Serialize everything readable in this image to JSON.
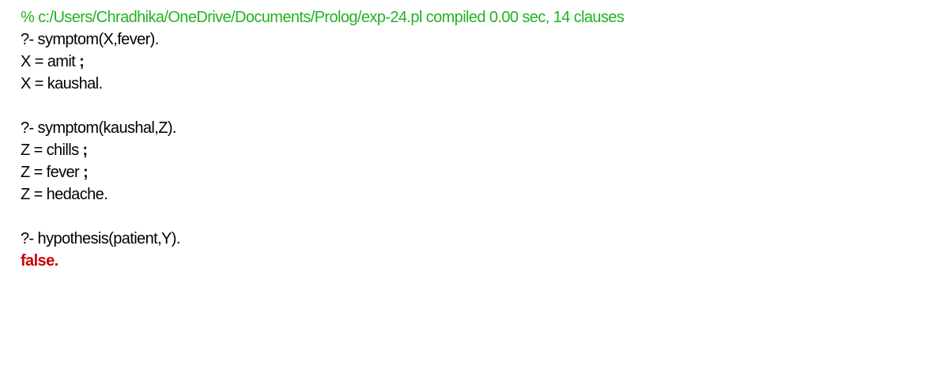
{
  "console": {
    "status_line": "% c:/Users/Chradhika/OneDrive/Documents/Prolog/exp-24.pl compiled 0.00 sec, 14 clauses",
    "query1": {
      "prompt": "?- symptom(X,fever).",
      "answers": [
        {
          "text": "X = amit",
          "sep": " ;"
        },
        {
          "text": "X = kaushal.",
          "sep": ""
        }
      ]
    },
    "query2": {
      "prompt": "?- symptom(kaushal,Z).",
      "answers": [
        {
          "text": "Z = chills",
          "sep": " ;"
        },
        {
          "text": "Z = fever",
          "sep": " ;"
        },
        {
          "text": "Z = hedache.",
          "sep": ""
        }
      ]
    },
    "query3": {
      "prompt": "?- hypothesis(patient,Y).",
      "result": "false."
    },
    "colors": {
      "status": "#22b222",
      "error": "#cc0000",
      "text": "#000000"
    }
  }
}
